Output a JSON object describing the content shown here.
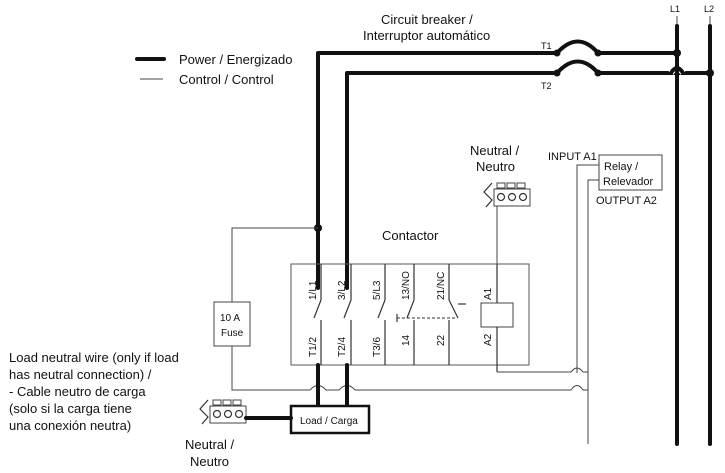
{
  "legend": {
    "power": "Power / Energizado",
    "control": "Control / Control"
  },
  "breaker": {
    "title_line1": "Circuit breaker /",
    "title_line2": "Interruptor automático",
    "t1": "T1",
    "t2": "T2"
  },
  "lines": {
    "l1": "L1",
    "l2": "L2"
  },
  "neutral_top": {
    "line1": "Neutral /",
    "line2": "Neutro"
  },
  "neutral_bottom": {
    "line1": "Neutral /",
    "line2": "Neutro"
  },
  "relay": {
    "input": "INPUT A1",
    "label1": "Relay /",
    "label2": "Relevador",
    "output": "OUTPUT A2"
  },
  "contactor": {
    "title": "Contactor",
    "top_terminals": [
      "1/L1",
      "3/L2",
      "5/L3",
      "13/NO",
      "21/NC",
      "A1"
    ],
    "bottom_terminals": [
      "T1/2",
      "T2/4",
      "T3/6",
      "14",
      "22",
      "A2"
    ]
  },
  "fuse": {
    "line1": "10 A",
    "line2": "Fuse"
  },
  "load": {
    "label": "Load / Carga"
  },
  "load_note": [
    "Load neutral wire (only if load",
    "has neutral connection) /",
    "- Cable neutro de carga",
    "(solo si la carga tiene",
    "una conexión neutra)"
  ]
}
